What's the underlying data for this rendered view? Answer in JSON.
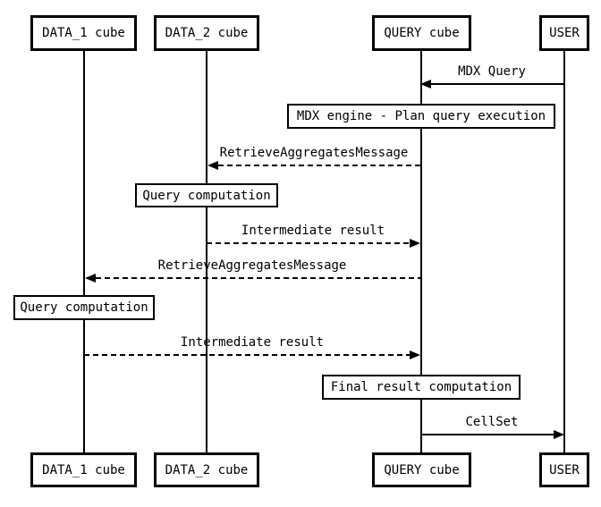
{
  "colors": {
    "background": "#ffffff",
    "line": "#000000",
    "text": "#000000",
    "box_fill": "#ffffff"
  },
  "diagram_type": "uml-sequence",
  "actors": [
    {
      "id": "data1",
      "label": "DATA_1 cube"
    },
    {
      "id": "data2",
      "label": "DATA_2 cube"
    },
    {
      "id": "query",
      "label": "QUERY cube"
    },
    {
      "id": "user",
      "label": "USER"
    }
  ],
  "messages": [
    {
      "label": "MDX Query",
      "from": "USER",
      "to": "QUERY cube",
      "line": "solid",
      "direction": "left"
    },
    {
      "label": "RetrieveAggregatesMessage",
      "from": "QUERY cube",
      "to": "DATA_2 cube",
      "line": "dashed",
      "direction": "left"
    },
    {
      "label": "Intermediate result",
      "from": "DATA_2 cube",
      "to": "QUERY cube",
      "line": "dashed",
      "direction": "right"
    },
    {
      "label": "RetrieveAggregatesMessage",
      "from": "QUERY cube",
      "to": "DATA_1 cube",
      "line": "dashed",
      "direction": "left"
    },
    {
      "label": "Intermediate result",
      "from": "DATA_1 cube",
      "to": "QUERY cube",
      "line": "dashed",
      "direction": "right"
    },
    {
      "label": "CellSet",
      "from": "QUERY cube",
      "to": "USER",
      "line": "solid",
      "direction": "right"
    }
  ],
  "activations": [
    {
      "label": "MDX engine - Plan query execution",
      "on": "QUERY cube"
    },
    {
      "label": "Query computation",
      "on": "DATA_2 cube"
    },
    {
      "label": "Query computation",
      "on": "DATA_1 cube"
    },
    {
      "label": "Final result computation",
      "on": "QUERY cube"
    }
  ]
}
